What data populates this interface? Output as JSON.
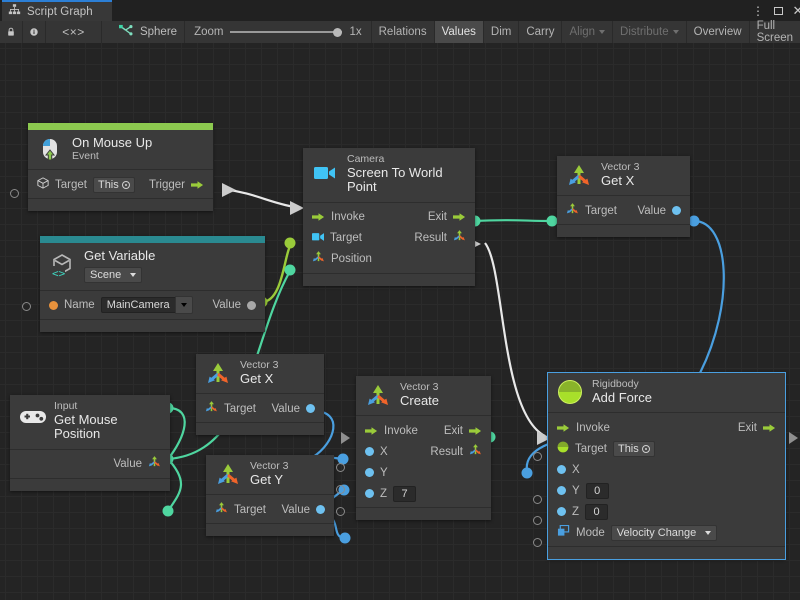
{
  "window": {
    "tab_label": "Script Graph",
    "tab_icon": "graph-icon",
    "menu_icon": "kebab-menu-icon",
    "maximize_icon": "maximize-icon",
    "close_icon": "close-icon"
  },
  "toolbar": {
    "lock_icon": "lock-icon",
    "info_icon": "info-icon",
    "code_icon": "code-brackets-icon",
    "object_icon": "script-machine-icon",
    "object_name": "Sphere",
    "zoom_label": "Zoom",
    "zoom_value": "1x",
    "buttons": [
      {
        "label": "Relations",
        "selected": false,
        "dim": false,
        "caret": false
      },
      {
        "label": "Values",
        "selected": true,
        "dim": false,
        "caret": false
      },
      {
        "label": "Dim",
        "selected": false,
        "dim": false,
        "caret": false
      },
      {
        "label": "Carry",
        "selected": false,
        "dim": false,
        "caret": false
      },
      {
        "label": "Align",
        "selected": false,
        "dim": true,
        "caret": true
      },
      {
        "label": "Distribute",
        "selected": false,
        "dim": true,
        "caret": true
      },
      {
        "label": "Overview",
        "selected": false,
        "dim": false,
        "caret": false
      },
      {
        "label": "Full Screen",
        "selected": false,
        "dim": false,
        "caret": false
      }
    ]
  },
  "nodes": {
    "on_mouse_up": {
      "icon": "mouse-up-event-icon",
      "subtitle": "On Mouse Up",
      "title": "Event",
      "accent": "#8cc94f",
      "target_label": "Target",
      "target_value": "This",
      "trigger_label": "Trigger"
    },
    "get_variable": {
      "icon": "unity-variable-icon",
      "subtitle": "Get Variable",
      "scope": "Scene",
      "name_label": "Name",
      "name_value": "MainCamera",
      "value_label": "Value",
      "accent": "#2a8a91"
    },
    "screen_to_world": {
      "icon": "camera-icon",
      "subtitle": "Camera",
      "title": "Screen To World Point",
      "invoke_label": "Invoke",
      "exit_label": "Exit",
      "target_label": "Target",
      "result_label": "Result",
      "position_label": "Position"
    },
    "vector3_getx_top": {
      "icon": "vector3-icon",
      "subtitle": "Vector 3",
      "title": "Get X",
      "target_label": "Target",
      "value_label": "Value"
    },
    "vector3_getx_mid": {
      "icon": "vector3-icon",
      "subtitle": "Vector 3",
      "title": "Get X",
      "target_label": "Target",
      "value_label": "Value"
    },
    "vector3_gety": {
      "icon": "vector3-icon",
      "subtitle": "Vector 3",
      "title": "Get Y",
      "target_label": "Target",
      "value_label": "Value"
    },
    "get_mouse_position": {
      "icon": "gamepad-icon",
      "subtitle": "Input",
      "title": "Get Mouse Position",
      "value_label": "Value"
    },
    "vector3_create": {
      "icon": "vector3-icon",
      "subtitle": "Vector 3",
      "title": "Create",
      "invoke_label": "Invoke",
      "exit_label": "Exit",
      "result_label": "Result",
      "x_label": "X",
      "y_label": "Y",
      "z_label": "Z",
      "z_value": "7"
    },
    "add_force": {
      "icon": "rigidbody-icon",
      "subtitle": "Rigidbody",
      "title": "Add Force",
      "invoke_label": "Invoke",
      "exit_label": "Exit",
      "target_label": "Target",
      "target_value": "This",
      "x_label": "X",
      "y_label": "Y",
      "y_value": "0",
      "z_label": "Z",
      "z_value": "0",
      "mode_label": "Mode",
      "mode_value": "Velocity Change",
      "selected": true
    }
  },
  "colors": {
    "flow_wire": "#e8e8e8",
    "vector_wire": "#4fd6a0",
    "float_wire": "#4a9fe0",
    "green_wire": "#8cc94f",
    "node_bg": "#3b3b3b",
    "canvas_bg": "#242424",
    "accent_blue": "#2c7fd6"
  }
}
